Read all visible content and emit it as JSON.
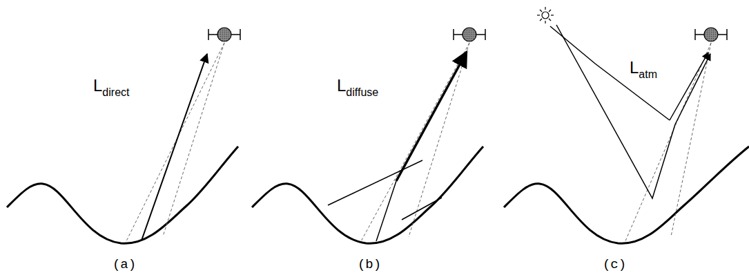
{
  "diagram": {
    "labels": [
      "L",
      "direct",
      "L",
      "diffuse",
      "L",
      "atm",
      "(a)",
      "(b)",
      "(c)"
    ]
  }
}
